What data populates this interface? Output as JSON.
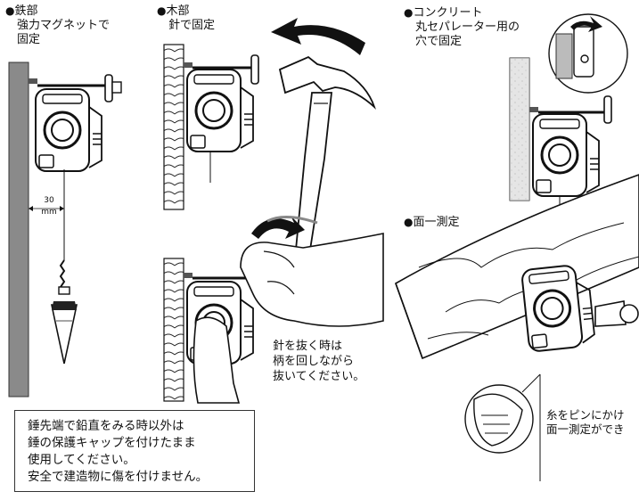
{
  "sections": {
    "iron": {
      "bullet": "●",
      "title": "鉄部",
      "lines": [
        "強力マグネットで",
        "固定"
      ]
    },
    "wood": {
      "bullet": "●",
      "title": "木部",
      "lines": [
        "針で固定"
      ]
    },
    "concrete": {
      "bullet": "●",
      "title": "コンクリート",
      "lines": [
        "丸セパレーター用の",
        "穴で固定"
      ]
    },
    "surface": {
      "bullet": "●",
      "title": "面一測定"
    }
  },
  "dimension": {
    "value": "30",
    "unit": "mm"
  },
  "needle_removal": {
    "lines": [
      "針を抜く時は",
      "柄を回しながら",
      "抜いてください。"
    ]
  },
  "surface_note": {
    "lines": [
      "糸をピンにかけ",
      "面一測定ができ"
    ]
  },
  "notice": {
    "lines": [
      "錘先端で鉛直をみる時以外は",
      "錘の保護キャップを付けたまま",
      "使用してください。",
      "安全で建造物に傷を付けません。"
    ]
  }
}
